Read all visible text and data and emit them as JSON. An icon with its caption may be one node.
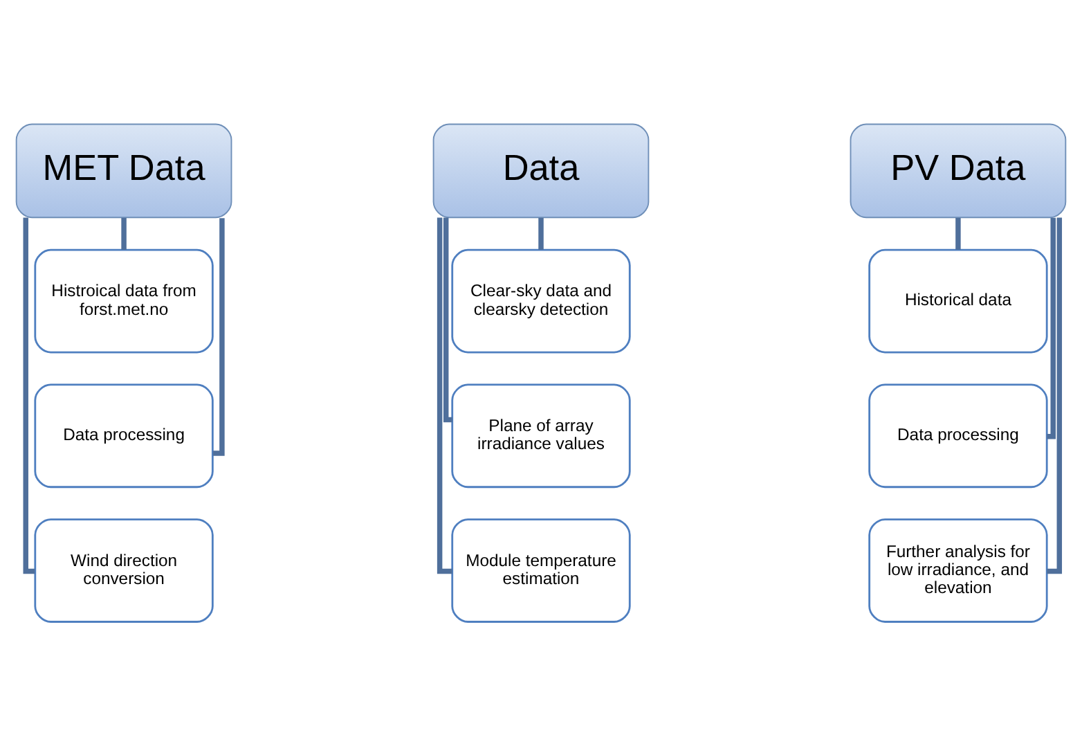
{
  "diagram": {
    "nodes": [
      {
        "text": [
          "MET Data"
        ]
      },
      {
        "text": [
          "Histroical data from forst.met.no"
        ]
      },
      {
        "text": [
          "Data processing"
        ]
      },
      {
        "text": [
          "Wind direction conversion"
        ]
      },
      {
        "text": [
          "Data"
        ]
      },
      {
        "text": [
          "Clear-sky data and clearsky detection"
        ]
      },
      {
        "text": [
          "Plane of array irradiance values"
        ]
      },
      {
        "text": [
          "Module temperature estimation"
        ]
      },
      {
        "text": [
          "PV Data"
        ]
      },
      {
        "text": [
          "Historical data"
        ]
      },
      {
        "text": [
          "Data processing"
        ]
      },
      {
        "text": [
          "Further analysis for low irradiance, and elevation"
        ]
      }
    ],
    "edges": [
      {
        "from": 0,
        "to": 1,
        "arrow": "none"
      },
      {
        "from": 0,
        "to": 2,
        "arrow": "none"
      },
      {
        "from": 0,
        "to": 3,
        "arrow": "none"
      },
      {
        "from": 4,
        "to": 5,
        "arrow": "none"
      },
      {
        "from": 4,
        "to": 6,
        "arrow": "none"
      },
      {
        "from": 4,
        "to": 7,
        "arrow": "none"
      },
      {
        "from": 8,
        "to": 9,
        "arrow": "none"
      },
      {
        "from": 8,
        "to": 10,
        "arrow": "none"
      },
      {
        "from": 8,
        "to": 11,
        "arrow": "none"
      }
    ]
  }
}
